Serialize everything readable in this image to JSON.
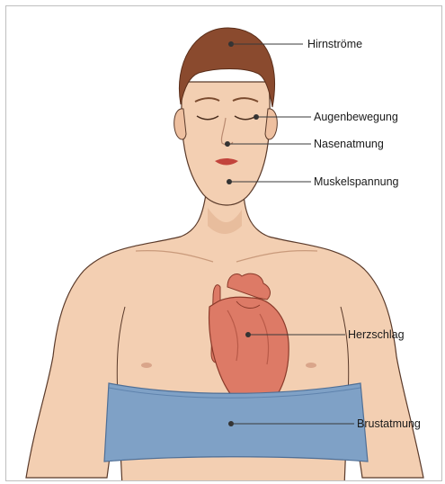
{
  "diagram": {
    "labels": [
      {
        "id": "brain",
        "text": "Hirnströme"
      },
      {
        "id": "eyes",
        "text": "Augenbewegung"
      },
      {
        "id": "nose",
        "text": "Nasenatmung"
      },
      {
        "id": "chin",
        "text": "Muskelspannung"
      },
      {
        "id": "heart",
        "text": "Herzschlag"
      },
      {
        "id": "chest",
        "text": "Brustatmung"
      }
    ]
  },
  "colors": {
    "skin": "#f3cfb2",
    "skin_shadow": "#e1b090",
    "hair": "#8a4a2e",
    "heart": "#dd7a66",
    "heart_dark": "#b95a48",
    "belt": "#7fa1c6",
    "belt_dark": "#5f83ad"
  }
}
